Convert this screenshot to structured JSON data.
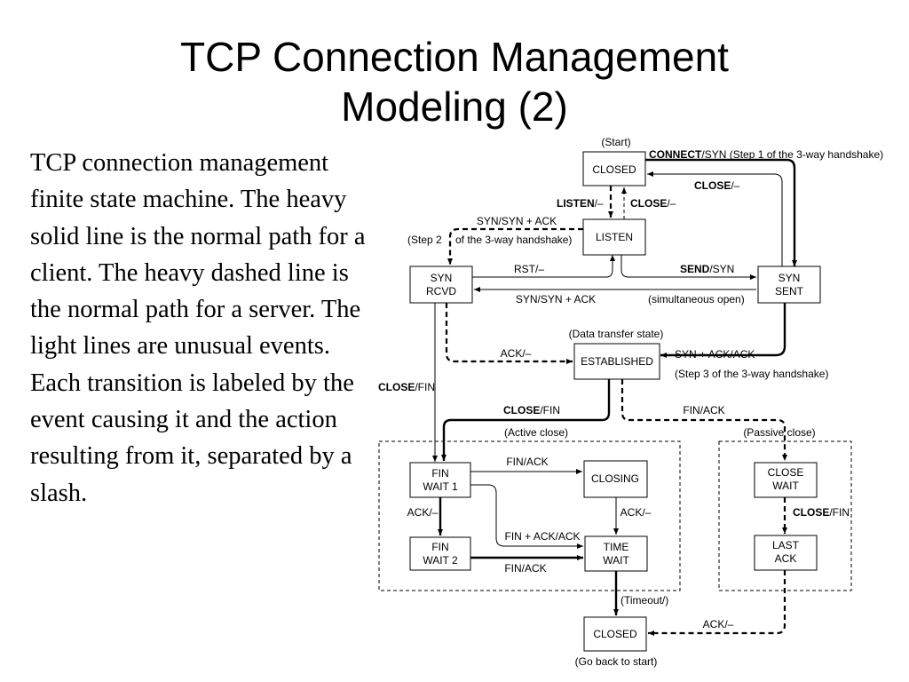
{
  "title": {
    "line1": "TCP Connection Management",
    "line2": "Modeling (2)"
  },
  "description": "TCP connection management finite state machine.  The heavy solid line is the normal path for a client.  The heavy dashed line is the normal path for a server.  The light lines are unusual events.  Each transition is labeled by the event causing it and the action resulting from it, separated by a slash.",
  "diagram": {
    "states": {
      "closed_top": "CLOSED",
      "listen": "LISTEN",
      "syn_rcvd_1": "SYN",
      "syn_rcvd_2": "RCVD",
      "syn_sent_1": "SYN",
      "syn_sent_2": "SENT",
      "established": "ESTABLISHED",
      "fin_wait1_1": "FIN",
      "fin_wait1_2": "WAIT 1",
      "closing": "CLOSING",
      "fin_wait2_1": "FIN",
      "fin_wait2_2": "WAIT 2",
      "time_wait_1": "TIME",
      "time_wait_2": "WAIT",
      "close_wait_1": "CLOSE",
      "close_wait_2": "WAIT",
      "last_ack_1": "LAST",
      "last_ack_2": "ACK",
      "closed_bottom": "CLOSED"
    },
    "notes": {
      "start": "(Start)",
      "data_transfer": "(Data transfer state)",
      "active_close": "(Active close)",
      "passive_close": "(Passive  close)",
      "timeout": "(Timeout/)",
      "go_back": "(Go back to start)",
      "step2a": "(Step 2",
      "step2b": "of the 3-way handshake)",
      "step1": "SYN (Step 1 of the 3-way handshake)",
      "step3": "(Step 3 of the 3-way handshake)",
      "simultaneous": "(simultaneous open)"
    },
    "labels": {
      "connect_event": "CONNECT",
      "close_closed_event": "CLOSE",
      "close_closed_action": "/–",
      "listen_event": "LISTEN",
      "listen_action": "/–",
      "close_listen_event": "CLOSE",
      "close_listen_action": "/–",
      "syn_synack_top": "SYN/SYN + ACK",
      "rst": "RST/–",
      "send_event": "SEND",
      "send_action": "/SYN",
      "syn_synack_mid": "SYN/SYN + ACK",
      "ack_established": "ACK/–",
      "synack_ack": "SYN + ACK/ACK",
      "close_fin_left_event": "CLOSE",
      "close_fin_left_action": "/FIN",
      "close_fin_mid_event": "CLOSE",
      "close_fin_mid_action": "/FIN",
      "fin_ack_passive": "FIN/ACK",
      "fin_ack_closing": "FIN/ACK",
      "ack_wait1": "ACK/–",
      "ack_closing": "ACK/–",
      "fin_ack_ack": "FIN + ACK/ACK",
      "fin_ack_wait2": "FIN/ACK",
      "close_fin_right_event": "CLOSE",
      "close_fin_right_action": "/FIN",
      "ack_lastack": "ACK/–"
    }
  }
}
